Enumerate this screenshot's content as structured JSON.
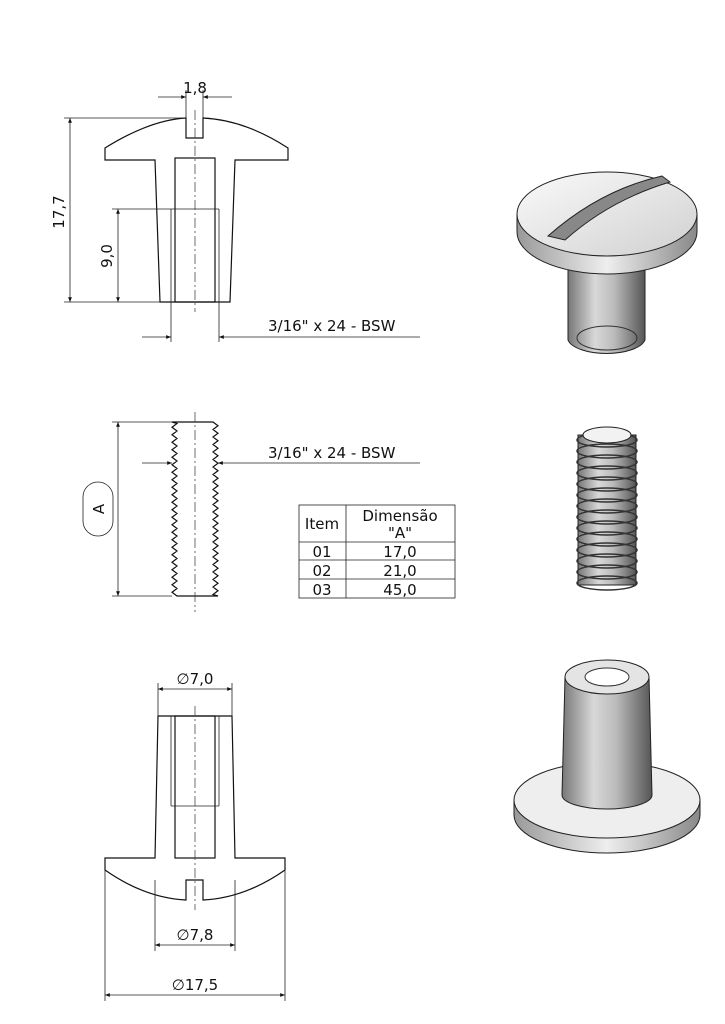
{
  "view_top": {
    "slot_width": "1,8",
    "total_height": "17,7",
    "thread_depth": "9,0",
    "thread_spec": "3/16\" x 24 - BSW"
  },
  "view_middle": {
    "length_label": "A",
    "thread_spec": "3/16\" x 24 - BSW",
    "table": {
      "headers": [
        "Item",
        "Dimensão",
        "\"A\""
      ],
      "rows": [
        {
          "item": "01",
          "value": "17,0"
        },
        {
          "item": "02",
          "value": "21,0"
        },
        {
          "item": "03",
          "value": "45,0"
        }
      ]
    }
  },
  "view_bottom": {
    "top_diameter": "∅7,0",
    "bore_diameter": "∅7,8",
    "head_diameter": "∅17,5"
  }
}
